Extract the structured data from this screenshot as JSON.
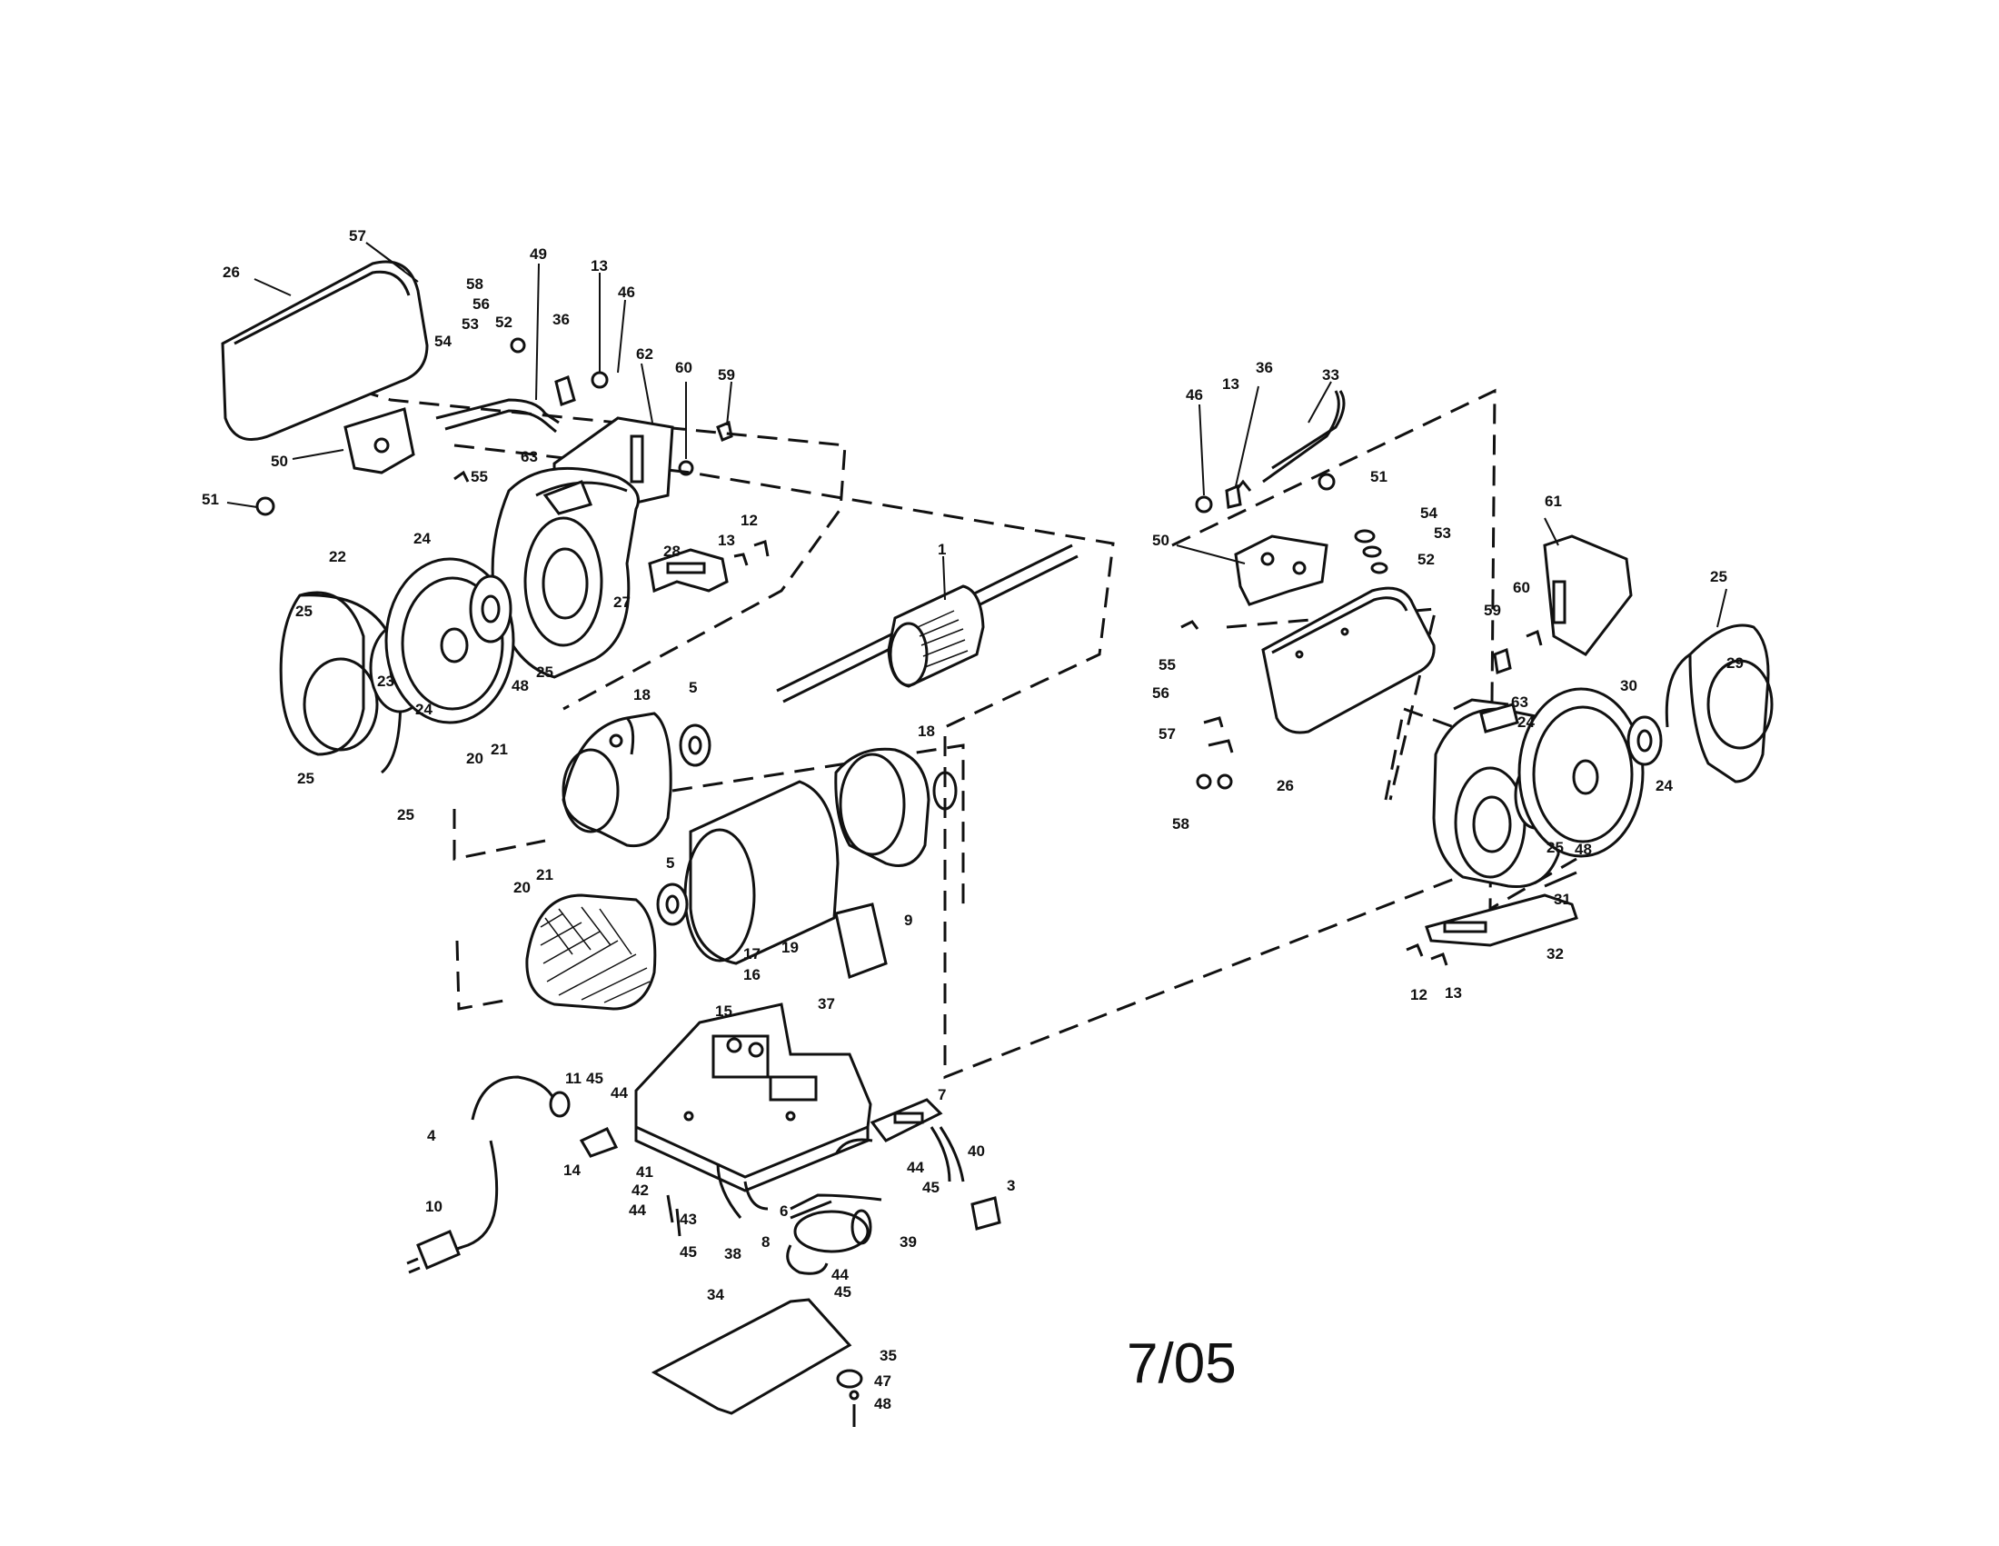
{
  "diagram": {
    "date_code": "7/05",
    "labels": {
      "l57": "57",
      "l26a": "26",
      "l58a": "58",
      "l56a": "56",
      "l52a": "52",
      "l54a": "54",
      "l53a": "53",
      "l49": "49",
      "l36a": "36",
      "l13a": "13",
      "l46a": "46",
      "l62": "62",
      "l60a": "60",
      "l59a": "59",
      "l50a": "50",
      "l51a": "51",
      "l55a": "55",
      "l63a": "63",
      "l13b": "13",
      "l12a": "12",
      "l28": "28",
      "l22": "22",
      "l24a": "24",
      "l25a": "25",
      "l23": "23",
      "l24b": "24",
      "l27": "27",
      "l48a": "48",
      "l25b": "25",
      "l25c": "25",
      "l25d": "25",
      "l1": "1",
      "l18a": "18",
      "l5a": "5",
      "l20a": "20",
      "l21a": "21",
      "l18b": "18",
      "l20b": "20",
      "l21b": "21",
      "l5b": "5",
      "l17": "17",
      "l19": "19",
      "l16": "16",
      "l9": "9",
      "l37": "37",
      "l15": "15",
      "l11": "11",
      "l45a": "45",
      "l44a": "44",
      "l4": "4",
      "l14": "14",
      "l10": "10",
      "l7": "7",
      "l40": "40",
      "l44b": "44",
      "l45b": "45",
      "l41": "41",
      "l42": "42",
      "l44c": "44",
      "l43": "43",
      "l45c": "45",
      "l38": "38",
      "l6": "6",
      "l8": "8",
      "l39": "39",
      "l44d": "44",
      "l45d": "45",
      "l3": "3",
      "l34": "34",
      "l35": "35",
      "l47": "47",
      "l48b": "48",
      "l46b": "46",
      "l13c": "13",
      "l36b": "36",
      "l33": "33",
      "l51b": "51",
      "l50b": "50",
      "l54b": "54",
      "l53b": "53",
      "l52b": "52",
      "l55b": "55",
      "l56b": "56",
      "l57b": "57",
      "l58b": "58",
      "l26b": "26",
      "l61": "61",
      "l60b": "60",
      "l59b": "59",
      "l25e": "25",
      "l29": "29",
      "l63b": "63",
      "l24c": "24",
      "l30": "30",
      "l24d": "24",
      "l25f": "25",
      "l48c": "48",
      "l31": "31",
      "l32": "32",
      "l12b": "12",
      "l13d": "13"
    }
  }
}
